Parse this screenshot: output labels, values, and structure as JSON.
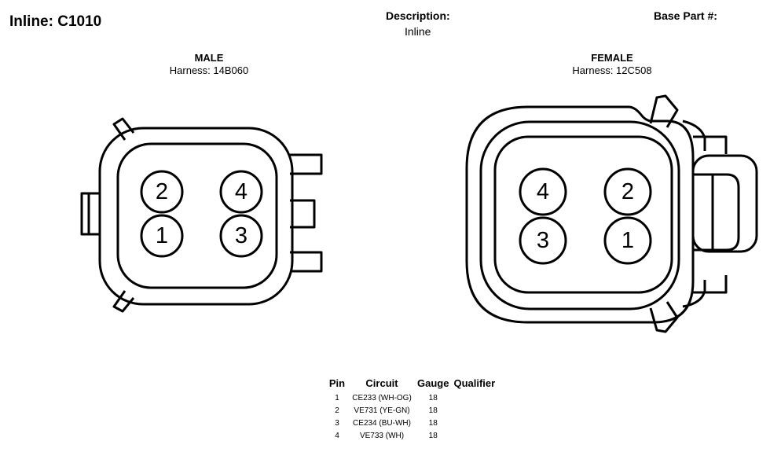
{
  "header": {
    "title": "Inline: C1010",
    "description_label": "Description:",
    "description_value": "Inline",
    "base_part_label": "Base Part #:"
  },
  "male": {
    "name": "MALE",
    "harness": "Harness: 14B060",
    "pins": [
      "2",
      "4",
      "1",
      "3"
    ]
  },
  "female": {
    "name": "FEMALE",
    "harness": "Harness: 12C508",
    "pins": [
      "4",
      "2",
      "3",
      "1"
    ]
  },
  "pin_table": {
    "headers": {
      "pin": "Pin",
      "circuit": "Circuit",
      "gauge": "Gauge",
      "qualifier": "Qualifier"
    },
    "rows": [
      {
        "pin": "1",
        "circuit": "CE233 (WH-OG)",
        "gauge": "18",
        "qualifier": ""
      },
      {
        "pin": "2",
        "circuit": "VE731 (YE-GN)",
        "gauge": "18",
        "qualifier": ""
      },
      {
        "pin": "3",
        "circuit": "CE234 (BU-WH)",
        "gauge": "18",
        "qualifier": ""
      },
      {
        "pin": "4",
        "circuit": "VE733 (WH)",
        "gauge": "18",
        "qualifier": ""
      }
    ]
  }
}
